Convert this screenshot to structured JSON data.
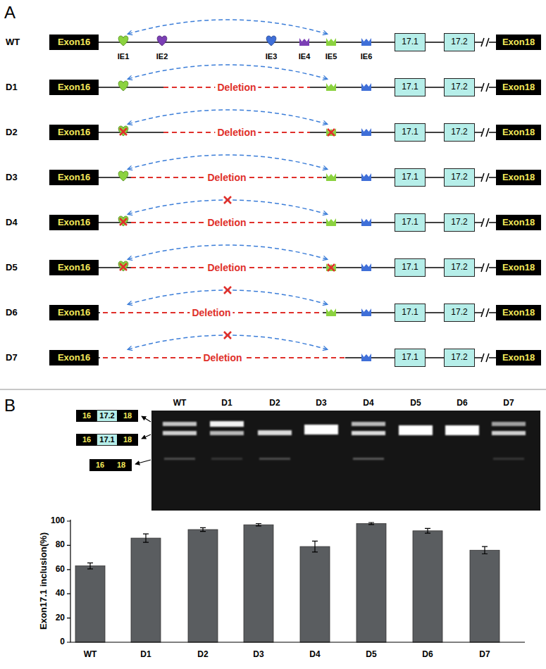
{
  "diagram": {
    "nodes": [
      {
        "text": [
          "Exon16"
        ]
      },
      {
        "text": [
          "17.1"
        ]
      },
      {
        "text": [
          "17.2"
        ]
      },
      {
        "text": [
          "Exon18"
        ]
      },
      {
        "text": [
          "Exon16"
        ]
      },
      {
        "text": [
          "17.1"
        ]
      },
      {
        "text": [
          "17.2"
        ]
      },
      {
        "text": [
          "Exon18"
        ]
      },
      {
        "text": [
          "Exon16"
        ]
      },
      {
        "text": [
          "17.1"
        ]
      },
      {
        "text": [
          "17.2"
        ]
      },
      {
        "text": [
          "Exon18"
        ]
      },
      {
        "text": [
          "Exon16"
        ]
      },
      {
        "text": [
          "17.1"
        ]
      },
      {
        "text": [
          "17.2"
        ]
      },
      {
        "text": [
          "Exon18"
        ]
      },
      {
        "text": [
          "Exon16"
        ]
      },
      {
        "text": [
          "17.1"
        ]
      },
      {
        "text": [
          "17.2"
        ]
      },
      {
        "text": [
          "Exon18"
        ]
      },
      {
        "text": [
          "Exon16"
        ]
      },
      {
        "text": [
          "17.1"
        ]
      },
      {
        "text": [
          "17.2"
        ]
      },
      {
        "text": [
          "Exon18"
        ]
      },
      {
        "text": [
          "Exon16"
        ]
      },
      {
        "text": [
          "17.1"
        ]
      },
      {
        "text": [
          "17.2"
        ]
      },
      {
        "text": [
          "Exon18"
        ]
      },
      {
        "text": [
          "Exon16"
        ]
      },
      {
        "text": [
          "17.1"
        ]
      },
      {
        "text": [
          "17.2"
        ]
      },
      {
        "text": [
          "Exon18"
        ]
      },
      {
        "text": [
          "16"
        ]
      },
      {
        "text": [
          "17.2"
        ]
      },
      {
        "text": [
          "18"
        ]
      },
      {
        "text": [
          "16"
        ]
      },
      {
        "text": [
          "17.1"
        ]
      },
      {
        "text": [
          "18"
        ]
      },
      {
        "text": [
          "16"
        ]
      },
      {
        "text": [
          "18"
        ]
      }
    ],
    "edges": [
      {
        "from": 0,
        "to": 1,
        "arrow": "none"
      },
      {
        "from": 1,
        "to": 2,
        "arrow": "none"
      },
      {
        "from": 2,
        "to": 3,
        "arrow": "none"
      },
      {
        "from": 4,
        "to": 5,
        "arrow": "none"
      },
      {
        "from": 5,
        "to": 6,
        "arrow": "none"
      },
      {
        "from": 6,
        "to": 7,
        "arrow": "none"
      },
      {
        "from": 8,
        "to": 9,
        "arrow": "none"
      },
      {
        "from": 9,
        "to": 10,
        "arrow": "none"
      },
      {
        "from": 10,
        "to": 11,
        "arrow": "none"
      },
      {
        "from": 12,
        "to": 13,
        "arrow": "none"
      },
      {
        "from": 13,
        "to": 14,
        "arrow": "none"
      },
      {
        "from": 14,
        "to": 15,
        "arrow": "none"
      },
      {
        "from": 16,
        "to": 17,
        "arrow": "none"
      },
      {
        "from": 17,
        "to": 18,
        "arrow": "none"
      },
      {
        "from": 18,
        "to": 19,
        "arrow": "none"
      },
      {
        "from": 20,
        "to": 21,
        "arrow": "none"
      },
      {
        "from": 21,
        "to": 22,
        "arrow": "none"
      },
      {
        "from": 22,
        "to": 23,
        "arrow": "none"
      },
      {
        "from": 24,
        "to": 25,
        "arrow": "none"
      },
      {
        "from": 25,
        "to": 26,
        "arrow": "none"
      },
      {
        "from": 26,
        "to": 27,
        "arrow": "none"
      },
      {
        "from": 28,
        "to": 29,
        "arrow": "none"
      },
      {
        "from": 29,
        "to": 30,
        "arrow": "none"
      },
      {
        "from": 30,
        "to": 31,
        "arrow": "none"
      }
    ],
    "labels": [
      "A",
      "WT",
      "D1",
      "D2",
      "D3",
      "D4",
      "D5",
      "D6",
      "D7",
      "IE1",
      "IE2",
      "IE3",
      "IE4",
      "IE5",
      "IE6",
      "Deletion",
      "Deletion",
      "Deletion",
      "Deletion",
      "Deletion",
      "Deletion",
      "Deletion",
      "B",
      "WT",
      "D1",
      "D2",
      "D3",
      "D4",
      "D5",
      "D6",
      "D7",
      "0",
      "20",
      "40",
      "60",
      "80",
      "100",
      "Exon17.1 inclusion(%)",
      "WT",
      "D1",
      "D2",
      "D3",
      "D4",
      "D5",
      "D6",
      "D7"
    ]
  }
}
